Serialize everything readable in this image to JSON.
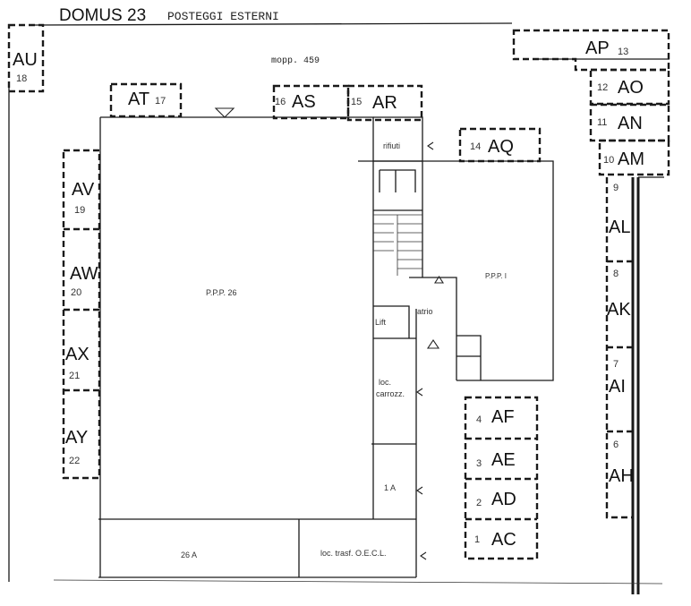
{
  "header": {
    "title": "DOMUS 23",
    "subtitle": "POSTEGGI ESTERNI"
  },
  "map_label": "mopp. 459",
  "rooms": {
    "ppp26": "P.P.P. 26",
    "ppp1": "P.P.P. I",
    "rifiuti": "rifiuti",
    "lift": "Lift",
    "atrio": "atrio",
    "loc_line1": "loc.",
    "loc_line2": "carrozz.",
    "room_1a": "1 A",
    "room_26a": "26 A",
    "loc_trasf": "loc. trasf. O.E.C.L."
  },
  "parking_spaces": [
    {
      "code": "AU",
      "number": "18"
    },
    {
      "code": "AT",
      "number": "17"
    },
    {
      "code": "AS",
      "number": "16"
    },
    {
      "code": "AR",
      "number": "15"
    },
    {
      "code": "AQ",
      "number": "14"
    },
    {
      "code": "AP",
      "number": "13"
    },
    {
      "code": "AO",
      "number": "12"
    },
    {
      "code": "AN",
      "number": "11"
    },
    {
      "code": "AM",
      "number": "10"
    },
    {
      "code": "AL",
      "number": "9"
    },
    {
      "code": "AK",
      "number": "8"
    },
    {
      "code": "AI",
      "number": "7"
    },
    {
      "code": "AH",
      "number": "6"
    },
    {
      "code": "AF",
      "number": "4"
    },
    {
      "code": "AE",
      "number": "3"
    },
    {
      "code": "AD",
      "number": "2"
    },
    {
      "code": "AC",
      "number": "1"
    },
    {
      "code": "AV",
      "number": "19"
    },
    {
      "code": "AW",
      "number": "20"
    },
    {
      "code": "AX",
      "number": "21"
    },
    {
      "code": "AY",
      "number": "22"
    }
  ]
}
